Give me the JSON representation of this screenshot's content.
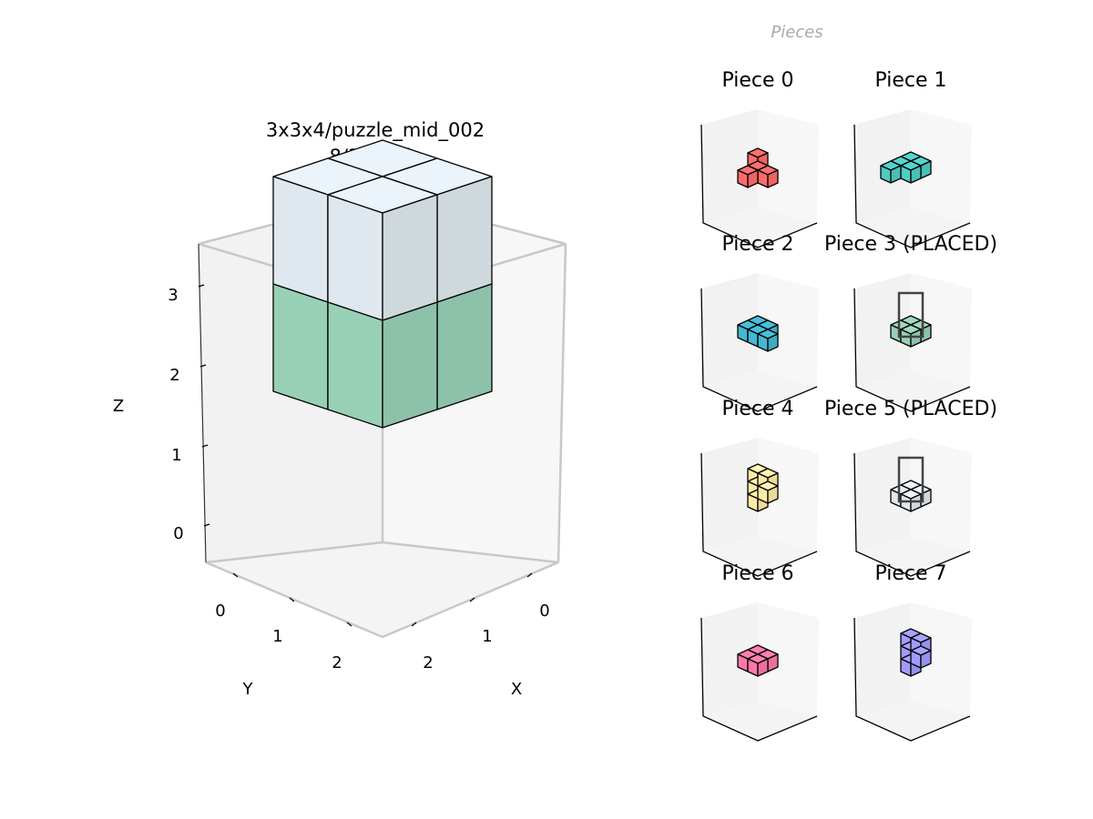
{
  "main": {
    "title": "3x3x4/puzzle_mid_002",
    "subtitle": "8/36 cells",
    "axes": {
      "x_label": "X",
      "y_label": "Y",
      "z_label": "Z"
    },
    "ticks": {
      "x": [
        "0",
        "1",
        "2"
      ],
      "y": [
        "0",
        "1",
        "2"
      ],
      "z": [
        "0",
        "1",
        "2",
        "3"
      ]
    },
    "placed_cells": [
      {
        "x": 0,
        "y": 0,
        "z": 0,
        "color": "#98d0b6"
      },
      {
        "x": 1,
        "y": 0,
        "z": 0,
        "color": "#98d0b6"
      },
      {
        "x": 0,
        "y": 1,
        "z": 0,
        "color": "#98d0b6"
      },
      {
        "x": 1,
        "y": 1,
        "z": 0,
        "color": "#98d0b6"
      },
      {
        "x": 0,
        "y": 0,
        "z": 1,
        "color": "#dfe8ee"
      },
      {
        "x": 1,
        "y": 0,
        "z": 1,
        "color": "#dfe8ee"
      },
      {
        "x": 0,
        "y": 1,
        "z": 1,
        "color": "#dfe8ee"
      },
      {
        "x": 1,
        "y": 1,
        "z": 1,
        "color": "#dfe8ee"
      }
    ]
  },
  "pieces_panel": {
    "heading": "Pieces",
    "pieces": [
      {
        "label": "Piece 0",
        "color": "#ff6b6b",
        "placed": false,
        "cells": [
          [
            0,
            0,
            0
          ],
          [
            1,
            0,
            0
          ],
          [
            0,
            1,
            0
          ],
          [
            0,
            0,
            1
          ]
        ]
      },
      {
        "label": "Piece 1",
        "color": "#4ecdc4",
        "placed": false,
        "cells": [
          [
            0,
            0,
            0
          ],
          [
            1,
            0,
            0
          ],
          [
            0,
            1,
            0
          ],
          [
            1,
            1,
            0
          ],
          [
            0,
            2,
            0
          ]
        ]
      },
      {
        "label": "Piece 2",
        "color": "#45b7d1",
        "placed": false,
        "cells": [
          [
            0,
            0,
            0
          ],
          [
            1,
            0,
            0
          ],
          [
            0,
            1,
            0
          ],
          [
            1,
            1,
            0
          ],
          [
            2,
            1,
            0
          ]
        ]
      },
      {
        "label": "Piece 3 (PLACED)",
        "color": "#98d0b6",
        "placed": true,
        "cells": [
          [
            0,
            0,
            0
          ],
          [
            1,
            0,
            0
          ],
          [
            0,
            1,
            0
          ],
          [
            1,
            1,
            0
          ]
        ]
      },
      {
        "label": "Piece 4",
        "color": "#ffeaa7",
        "placed": false,
        "cells": [
          [
            0,
            0,
            0
          ],
          [
            0,
            0,
            1
          ],
          [
            0,
            0,
            2
          ],
          [
            1,
            0,
            1
          ],
          [
            1,
            0,
            2
          ]
        ]
      },
      {
        "label": "Piece 5 (PLACED)",
        "color": "#dfe8ee",
        "placed": true,
        "cells": [
          [
            0,
            0,
            0
          ],
          [
            1,
            0,
            0
          ],
          [
            0,
            1,
            0
          ],
          [
            1,
            1,
            0
          ]
        ]
      },
      {
        "label": "Piece 6",
        "color": "#fd79a8",
        "placed": false,
        "cells": [
          [
            0,
            0,
            0
          ],
          [
            1,
            0,
            0
          ],
          [
            0,
            1,
            0
          ],
          [
            1,
            1,
            0
          ]
        ]
      },
      {
        "label": "Piece 7",
        "color": "#a29bfe",
        "placed": false,
        "cells": [
          [
            0,
            0,
            0
          ],
          [
            0,
            0,
            1
          ],
          [
            0,
            0,
            2
          ],
          [
            1,
            0,
            1
          ],
          [
            1,
            0,
            2
          ]
        ]
      }
    ]
  }
}
